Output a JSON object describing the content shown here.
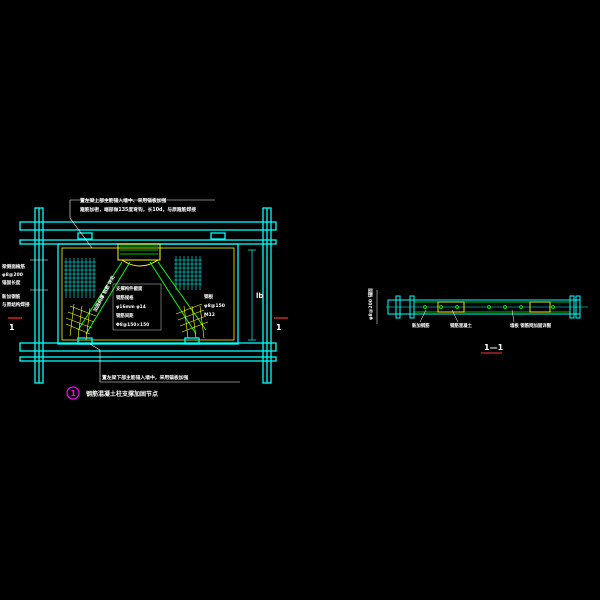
{
  "colors": {
    "background": "#000000",
    "frame": "#00ffff",
    "infill": "#00b400",
    "concrete": "#ffff00",
    "notes": "#ffffff",
    "section_mark": "#ff3333",
    "circle": "#ff00ff"
  },
  "elevation": {
    "top_note_line1": "置左梁上部主筋锚入墙中、采用锚板加强",
    "top_note_line2": "箍筋加密，端部做135度弯钩，长10d，与原箍筋焊接",
    "left_note_1_lines": [
      "梁侧面植筋",
      "φ8@200",
      "锚固长度"
    ],
    "left_note_2_lines": [
      "新加钢筋",
      "与原结构焊接"
    ],
    "bottom_note": "置左梁下部主筋锚入墙中，采用锚板加强",
    "brace_text": "加固斜撑 钢筋 详见",
    "center_table_rows": [
      "支撑构件截面",
      "钢筋规格",
      "φ16mm φ14",
      "钢筋间距",
      "Φ8@150×150"
    ],
    "right_labels": [
      "钢板",
      "φ8@150",
      "M12"
    ],
    "dim_text": "lb",
    "section_mark_left": "1",
    "section_mark_right": "1",
    "detail_number": "1",
    "detail_title": "钢筋混凝土柱支撑加固节点"
  },
  "section": {
    "vertical_note": "φ8@200 锚固",
    "labels": [
      "新加钢筋",
      "钢筋混凝土",
      "墙板 钢筋网加固详图"
    ],
    "title": "1—1"
  }
}
